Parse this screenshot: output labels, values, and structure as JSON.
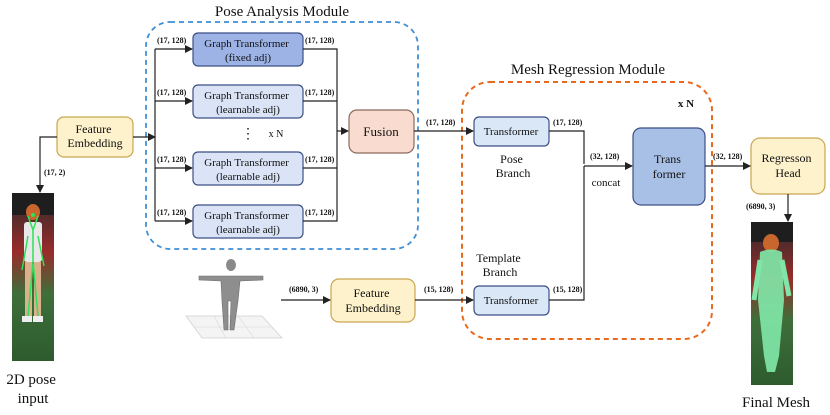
{
  "modules": {
    "pose_analysis": "Pose Analysis Module",
    "mesh_regression": "Mesh Regression Module"
  },
  "blocks": {
    "feature_embedding_top": "Feature\nEmbedding",
    "gt_fixed": "Graph Transformer\n(fixed adj)",
    "gt_learnable_1": "Graph Transformer\n(learnable adj)",
    "gt_learnable_2": "Graph Transformer\n(learnable adj)",
    "gt_learnable_3": "Graph Transformer\n(learnable adj)",
    "fusion": "Fusion",
    "pose_transformer": "Transformer",
    "template_transformer": "Transformer",
    "trans_former": "Trans\nformer",
    "regression_head": "Regresson\nHead",
    "feature_embedding_bottom": "Feature\nEmbedding"
  },
  "labels": {
    "pose_branch": "Pose\nBranch",
    "template_branch": "Template\nBranch",
    "concat": "concat",
    "xn_mesh": "x N",
    "xn_graph": "x N",
    "vdots": "⋮",
    "input_caption": "2D pose\ninput",
    "output_caption": "Final Mesh"
  },
  "dims": {
    "d17_2": "(17, 2)",
    "d17_128": "(17, 128)",
    "d6890_3": "(6890, 3)",
    "d15_128": "(15, 128)",
    "d32_128": "(32, 128)"
  },
  "colors": {
    "yellow_fill": "#fdf2cc",
    "yellow_stroke": "#caa650",
    "gt_fixed_fill": "#9db3e6",
    "gt_fill": "#dbe4f7",
    "gt_stroke": "#3c4f86",
    "fusion_fill": "#f9dccf",
    "fusion_stroke": "#8a6a5c",
    "transformer_fill": "#d9e7f6",
    "trans_former_fill": "#a9c0e6",
    "blue_dash": "#3f8fd6",
    "orange_dash": "#e86a1e"
  }
}
